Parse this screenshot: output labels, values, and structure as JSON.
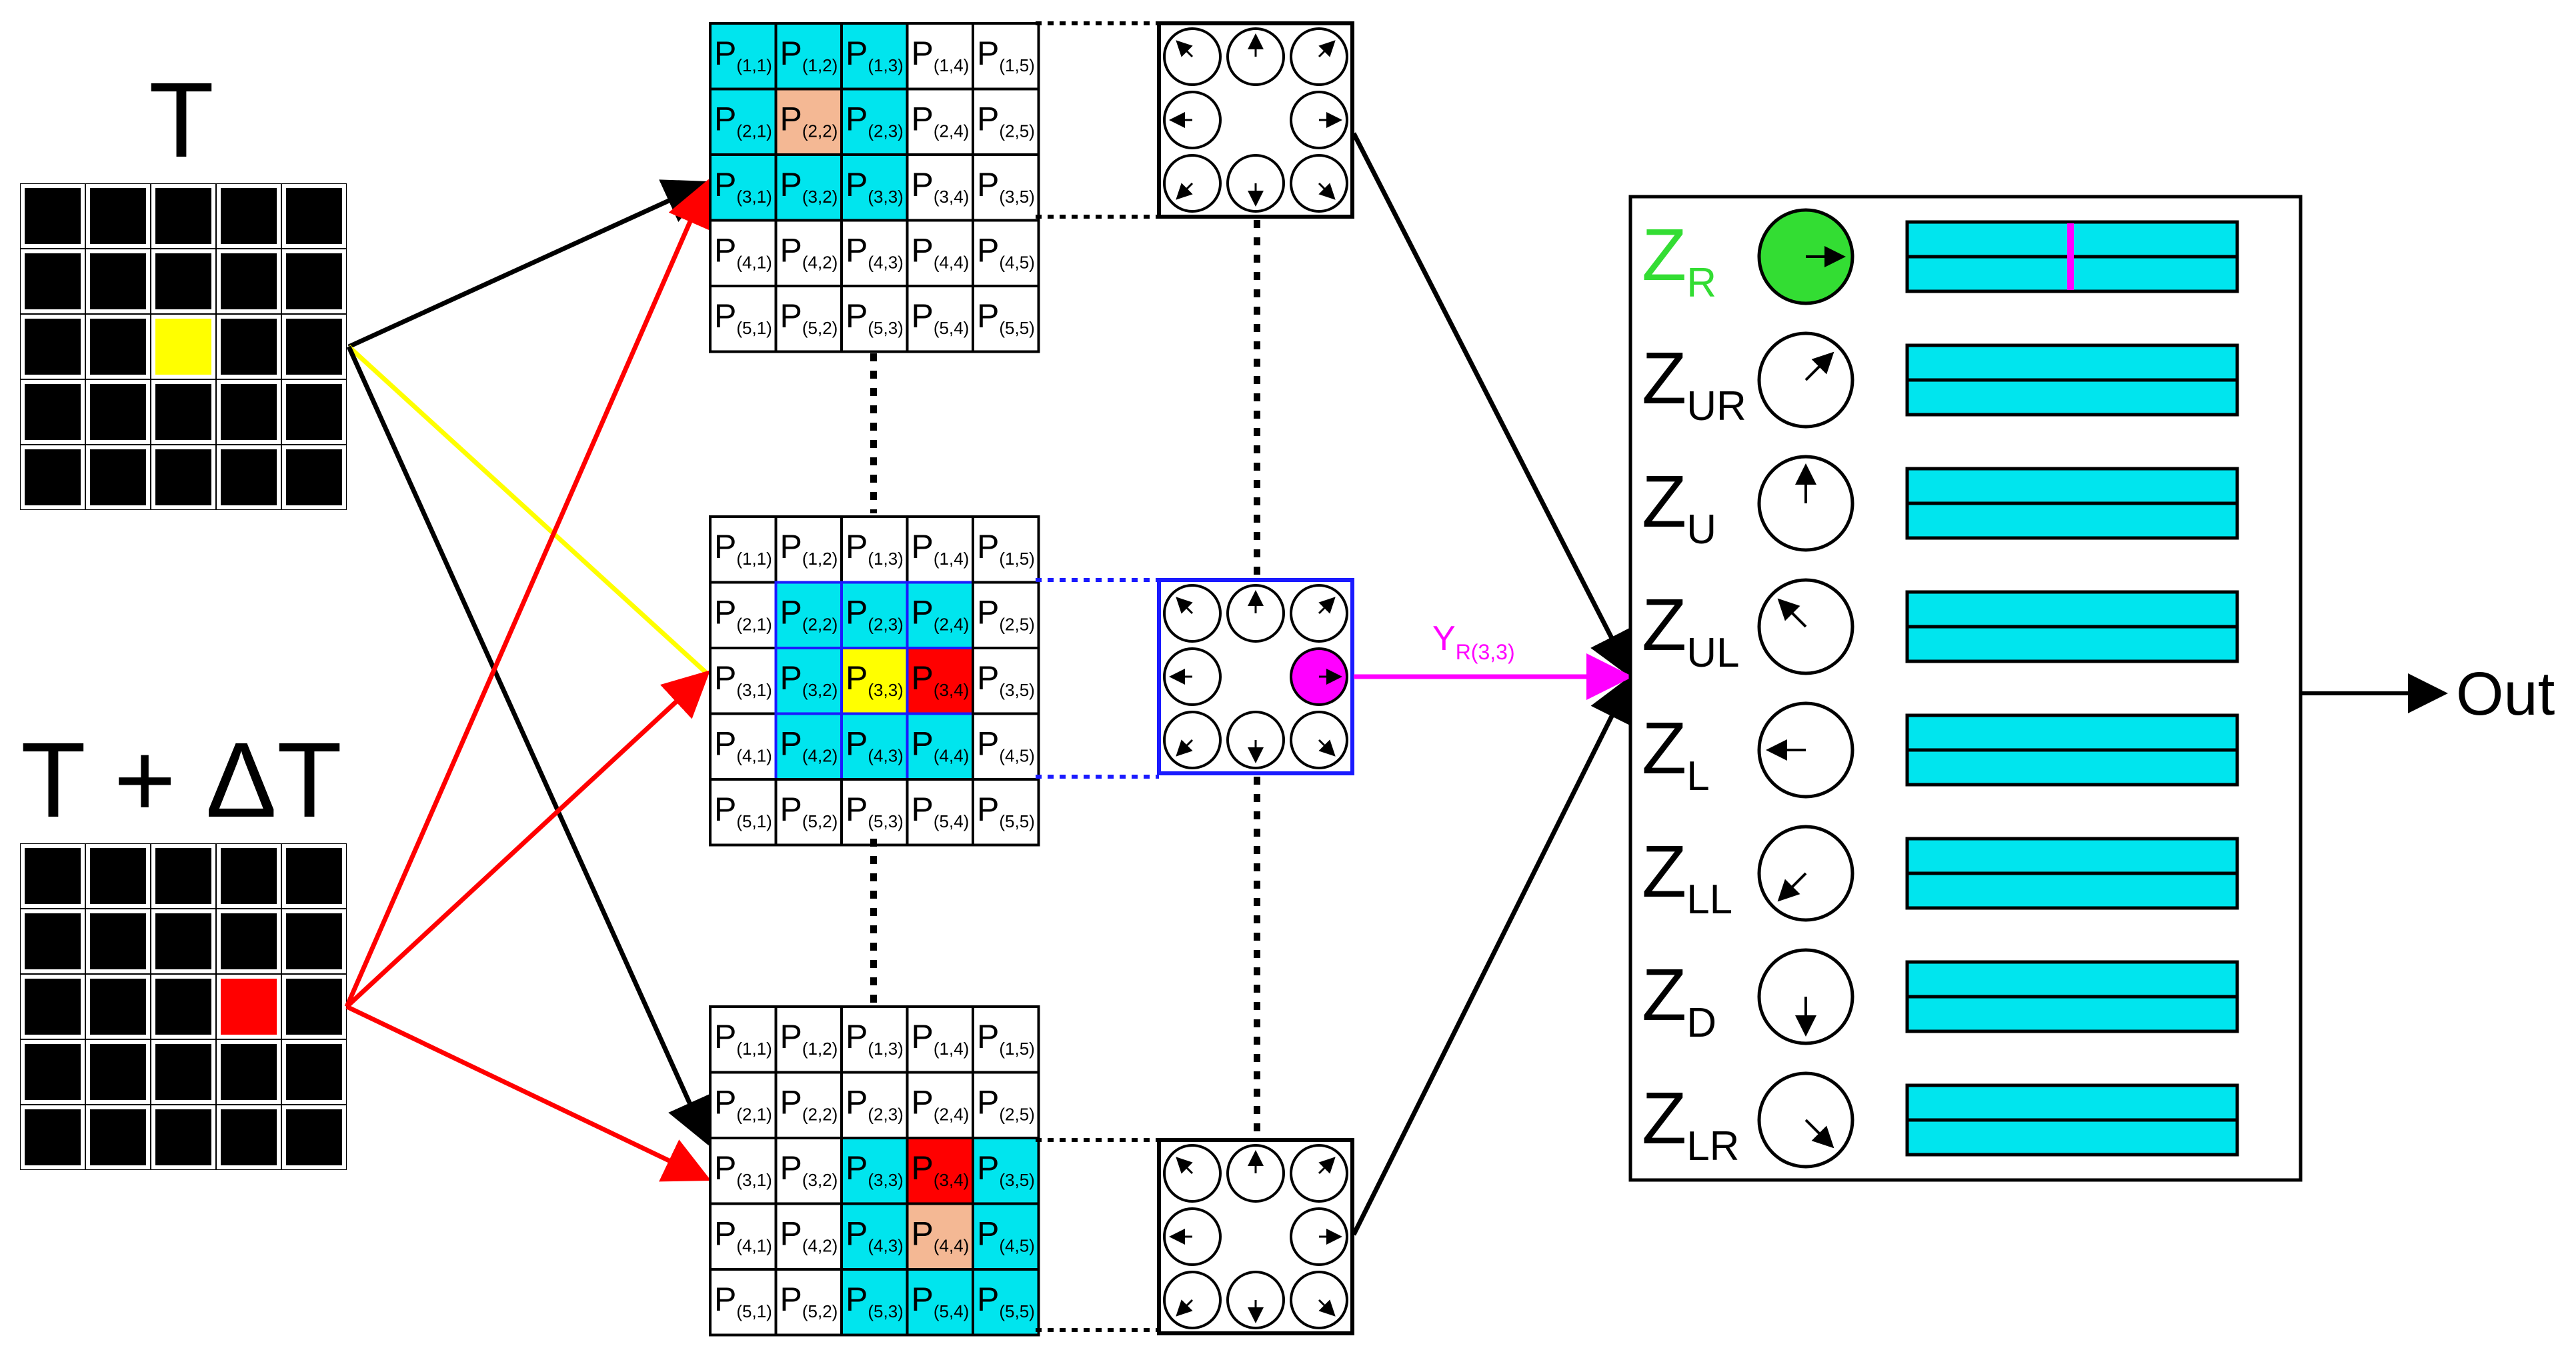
{
  "inputs": {
    "top_label": "T",
    "bottom_label": "T + ΔT",
    "top_highlight_color": "#ffff00",
    "bottom_highlight_color": "#ff0000"
  },
  "p_grid": {
    "letter": "P",
    "subscripts": [
      [
        "(1,1)",
        "(1,2)",
        "(1,3)",
        "(1,4)",
        "(1,5)"
      ],
      [
        "(2,1)",
        "(2,2)",
        "(2,3)",
        "(2,4)",
        "(2,5)"
      ],
      [
        "(3,1)",
        "(3,2)",
        "(3,3)",
        "(3,4)",
        "(3,5)"
      ],
      [
        "(4,1)",
        "(4,2)",
        "(4,3)",
        "(4,4)",
        "(4,5)"
      ],
      [
        "(5,1)",
        "(5,2)",
        "(5,3)",
        "(5,4)",
        "(5,5)"
      ]
    ],
    "grids": [
      {
        "name": "grid-top",
        "fills": [
          [
            "cyan",
            "cyan",
            "cyan",
            "white",
            "white"
          ],
          [
            "cyan",
            "peach",
            "cyan",
            "white",
            "white"
          ],
          [
            "cyan",
            "cyan",
            "cyan",
            "white",
            "white"
          ],
          [
            "white",
            "white",
            "white",
            "white",
            "white"
          ],
          [
            "white",
            "white",
            "white",
            "white",
            "white"
          ]
        ]
      },
      {
        "name": "grid-middle",
        "fills": [
          [
            "white",
            "white",
            "white",
            "white",
            "white"
          ],
          [
            "white",
            "cyan",
            "cyan",
            "cyan",
            "white"
          ],
          [
            "white",
            "cyan",
            "yellow",
            "red",
            "white"
          ],
          [
            "white",
            "cyan",
            "cyan",
            "cyan",
            "white"
          ],
          [
            "white",
            "white",
            "white",
            "white",
            "white"
          ]
        ]
      },
      {
        "name": "grid-bottom",
        "fills": [
          [
            "white",
            "white",
            "white",
            "white",
            "white"
          ],
          [
            "white",
            "white",
            "white",
            "white",
            "white"
          ],
          [
            "white",
            "white",
            "cyan",
            "red",
            "cyan"
          ],
          [
            "white",
            "white",
            "cyan",
            "peach",
            "cyan"
          ],
          [
            "white",
            "white",
            "cyan",
            "cyan",
            "cyan"
          ]
        ]
      }
    ]
  },
  "colors": {
    "cyan": "#00e5ee",
    "peach": "#f4b894",
    "red": "#ff0000",
    "yellow": "#ffff00",
    "magenta": "#ff00ff",
    "green": "#33dd33",
    "blue": "#1a1aff",
    "white": "#ffffff"
  },
  "direction_arrows": [
    "up-left",
    "up",
    "up-right",
    "left",
    "right",
    "down-left",
    "down",
    "down-right"
  ],
  "y_label": {
    "main": "Y",
    "sub": "R(3,3)"
  },
  "z_units": [
    {
      "main": "Z",
      "sub": "R",
      "direction": "right",
      "active": true
    },
    {
      "main": "Z",
      "sub": "UR",
      "direction": "up-right",
      "active": false
    },
    {
      "main": "Z",
      "sub": "U",
      "direction": "up",
      "active": false
    },
    {
      "main": "Z",
      "sub": "UL",
      "direction": "up-left",
      "active": false
    },
    {
      "main": "Z",
      "sub": "L",
      "direction": "left",
      "active": false
    },
    {
      "main": "Z",
      "sub": "LL",
      "direction": "down-left",
      "active": false
    },
    {
      "main": "Z",
      "sub": "D",
      "direction": "down",
      "active": false
    },
    {
      "main": "Z",
      "sub": "LR",
      "direction": "down-right",
      "active": false
    }
  ],
  "output_label": "Out"
}
